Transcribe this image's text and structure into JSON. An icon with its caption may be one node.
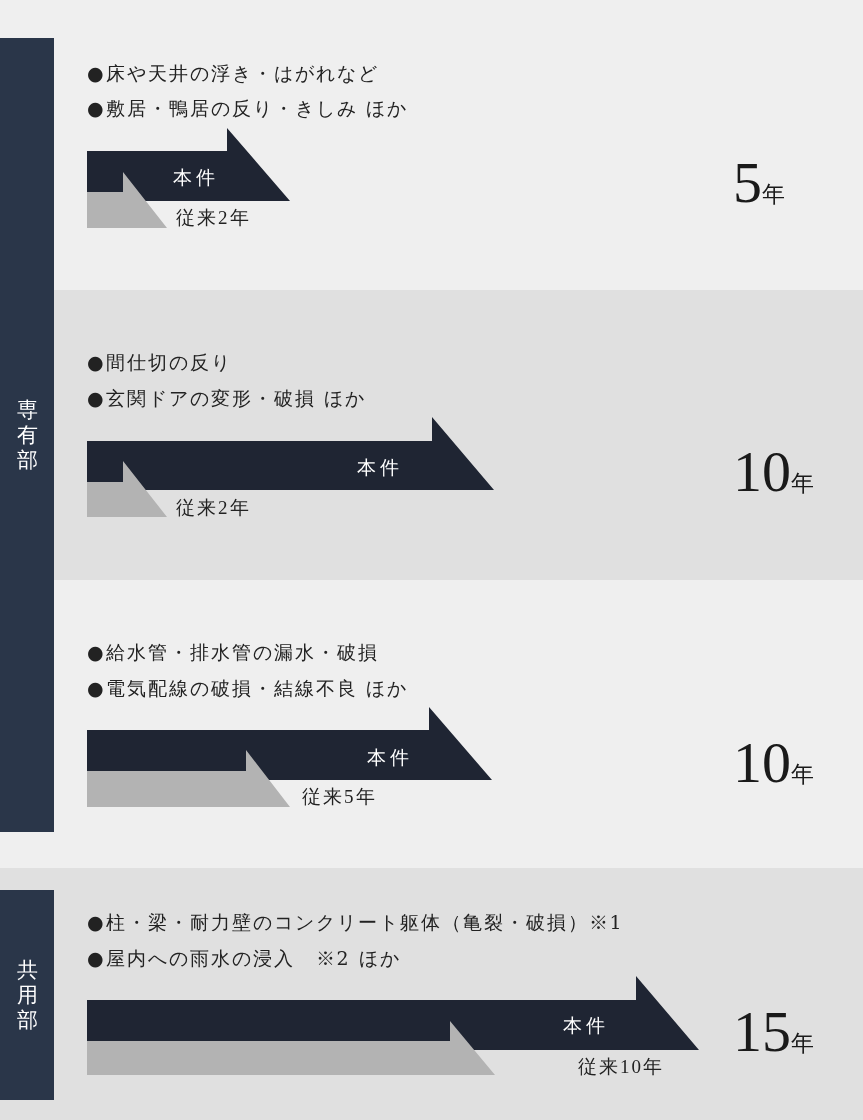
{
  "diagram": {
    "nodes": [
      {
        "text": [
          "専有部"
        ]
      },
      {
        "text": [
          "●床や天井の浮き・はがれなど",
          "●敷居・鴨居の反り・きしみ ほか",
          "5年"
        ]
      },
      {
        "text": [
          "本件"
        ],
        "in": 1
      },
      {
        "text": [],
        "shape": "arrow",
        "beside": [
          "従来2年"
        ],
        "in": 1
      },
      {
        "text": [
          "●間仕切の反り",
          "●玄関ドアの変形・破損 ほか",
          "10年"
        ]
      },
      {
        "text": [
          "本件"
        ],
        "in": 4
      },
      {
        "text": [],
        "shape": "arrow",
        "beside": [
          "従来2年"
        ],
        "in": 4
      },
      {
        "text": [
          "●給水管・排水管の漏水・破損",
          "●電気配線の破損・結線不良 ほか",
          "10年"
        ]
      },
      {
        "text": [
          "本件"
        ],
        "in": 7
      },
      {
        "text": [],
        "shape": "arrow",
        "beside": [
          "従来5年"
        ],
        "in": 7
      },
      {
        "text": [
          "●柱・梁・耐力壁のコンクリート躯体（亀裂・破損）※1",
          "●屋内への雨水の浸入　※2 ほか",
          "15年"
        ]
      },
      {
        "text": [
          "共用部"
        ],
        "in": 10
      },
      {
        "text": [
          "本件"
        ],
        "in": 10
      },
      {
        "text": [],
        "shape": "arrow",
        "in": 10
      }
    ],
    "labels": [
      "従来10年"
    ]
  }
}
